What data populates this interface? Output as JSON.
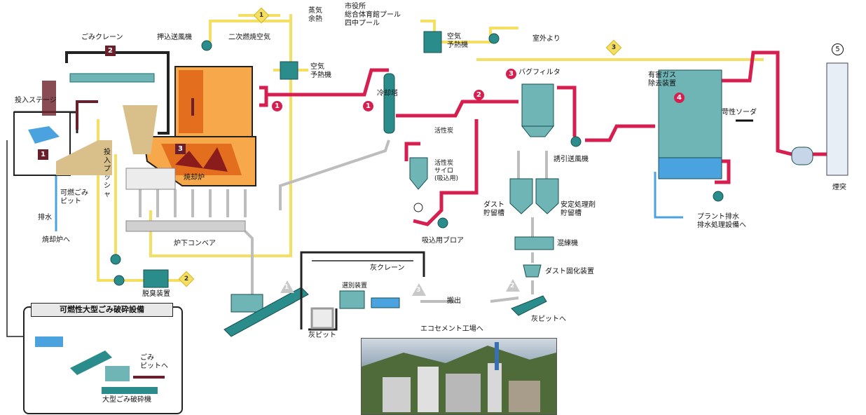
{
  "labels": {
    "stage": "投入ステージ",
    "crane": "ごみクレーン",
    "push_fan": "押込送風機",
    "secondary_air": "二次燃焼空気",
    "steam": "蒸気\n余熱",
    "destinations": "市役所\n総合体育館プール\n四中プール",
    "air_preheater_1": "空気\n予熱機",
    "air_preheater_2": "空気\n予熱機",
    "from_outside": "室外より",
    "cooling_tower": "冷却塔",
    "bag_filter": "バグフィルタ",
    "harmful_gas": "有害ガス\n除去装置",
    "caustic_soda": "苛性ソーダ",
    "chimney": "煙突",
    "activated_carbon": "活性炭",
    "carbon_silo": "活性炭\nサイロ\n(吸込用)",
    "suction_blower": "吸込用ブロア",
    "induced_fan": "誘引送風機",
    "dust_storage": "ダスト\n貯留槽",
    "stabilizer_storage": "安定処理剤\n貯留槽",
    "mixer": "混練機",
    "dust_solidifier": "ダスト固化装置",
    "to_ash_pit": "灰ピットへ",
    "plant_drain": "プラント排水\n排水処理設備へ",
    "waste_pit": "可燃ごみ\nピット",
    "drain": "排水",
    "to_incinerator": "焼却炉へ",
    "pusher": "投入プッシャ",
    "incinerator": "焼却炉",
    "conveyor": "炉下コンベア",
    "deodorizer": "脱臭装置",
    "ash_crane": "灰クレーン",
    "sorter": "選別装置",
    "carry_out": "搬出",
    "ash_pit": "灰ピット",
    "ecocement": "エコセメント工場へ",
    "crusher_title": "可燃性大型ごみ破砕設備",
    "to_waste_pit": "ごみ\nピットへ",
    "crusher": "大型ごみ破砕機"
  },
  "markers": {
    "sq1": "1",
    "sq2": "2",
    "sq3": "3",
    "flue1a": "1",
    "flue1b": "1",
    "flue2": "2",
    "flue3": "3",
    "flue4": "4",
    "dia1": "1",
    "dia2": "2",
    "dia3": "3",
    "tri1": "1",
    "tri2": "2",
    "tri3": "3",
    "chimney_num": "5"
  },
  "colors": {
    "flue": "#d61f4f",
    "air": "#f4df63",
    "ash": "#bdbdbd",
    "water": "#4aa3df",
    "equipment": "#2b8c8c",
    "waste": "#6b1f2a"
  }
}
